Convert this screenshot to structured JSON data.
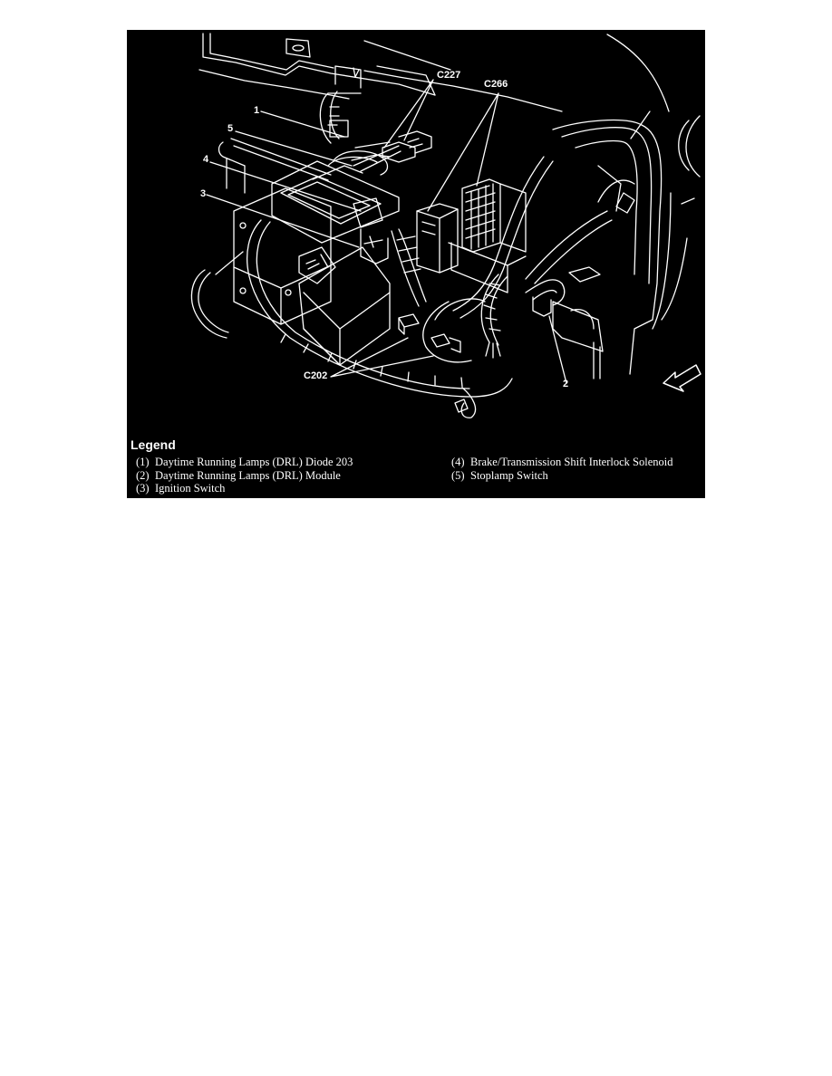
{
  "figure": {
    "background": "#000000",
    "line_color": "#ffffff",
    "callouts": {
      "c227": "C227",
      "c266": "C266",
      "c202": "C202",
      "n1": "1",
      "n2": "2",
      "n3": "3",
      "n4": "4",
      "n5": "5"
    },
    "legend": {
      "title": "Legend",
      "items": [
        {
          "num": "(1)",
          "label": "Daytime Running Lamps (DRL) Diode 203"
        },
        {
          "num": "(2)",
          "label": "Daytime Running Lamps (DRL) Module"
        },
        {
          "num": "(3)",
          "label": "Ignition Switch"
        },
        {
          "num": "(4)",
          "label": "Brake/Transmission Shift Interlock Solenoid"
        },
        {
          "num": "(5)",
          "label": "Stoplamp Switch"
        }
      ]
    },
    "icons": {
      "direction_arrow": "front-of-vehicle-arrow-icon"
    }
  }
}
